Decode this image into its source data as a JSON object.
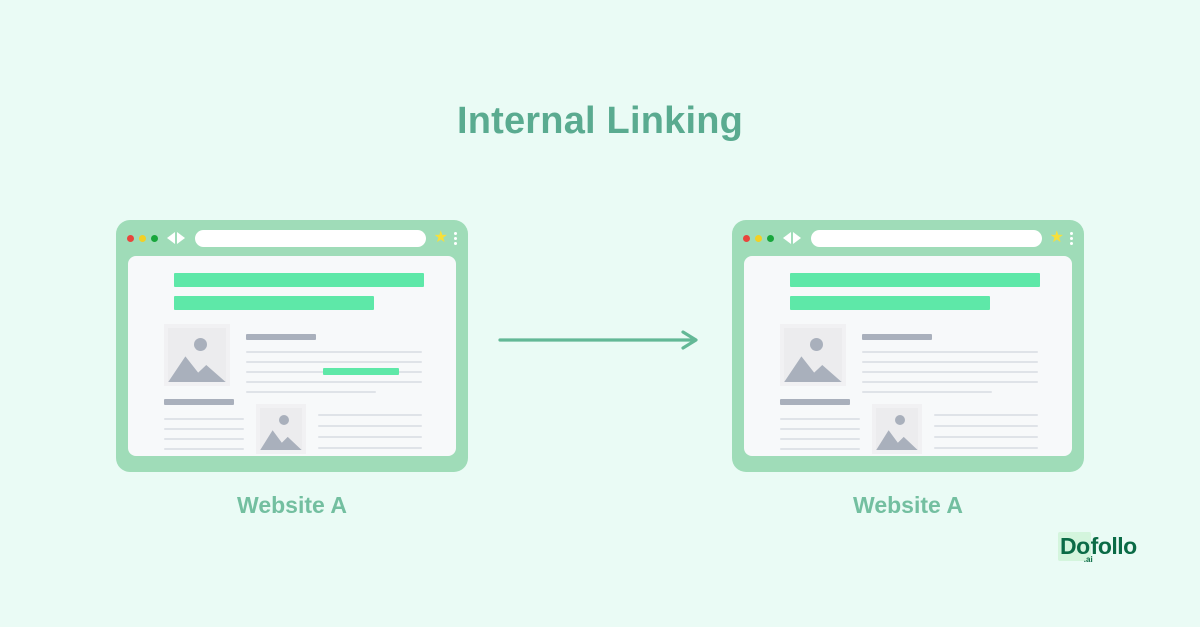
{
  "title": "Internal Linking",
  "colors": {
    "background": "#eafbf5",
    "title_text": "#5aab90",
    "caption_text": "#73bfa0",
    "browser_frame": "#9fdcb8",
    "accent_green": "#5ee8a8",
    "arrow": "#63b896",
    "logo_text": "#0b6b46",
    "logo_highlight": "#d4f5dd",
    "star": "#f7e03a",
    "dot_red": "#e8453c",
    "dot_yellow": "#f2d024",
    "dot_green": "#18a63c",
    "placeholder_gray": "#a9b0bc",
    "line_gray": "#dfe3e8"
  },
  "browsers": [
    {
      "id": "left",
      "caption": "Website A",
      "chrome": {
        "dots": [
          "red",
          "yellow",
          "green"
        ],
        "back_icon": "back-arrow-icon",
        "forward_icon": "forward-arrow-icon",
        "url_value": "",
        "url_placeholder": "",
        "star_icon": "star-icon",
        "menu_icon": "kebab-menu-icon"
      },
      "has_link_highlight": true
    },
    {
      "id": "right",
      "caption": "Website A",
      "chrome": {
        "dots": [
          "red",
          "yellow",
          "green"
        ],
        "back_icon": "back-arrow-icon",
        "forward_icon": "forward-arrow-icon",
        "url_value": "",
        "url_placeholder": "",
        "star_icon": "star-icon",
        "menu_icon": "kebab-menu-icon"
      },
      "has_link_highlight": false
    }
  ],
  "arrow": {
    "direction": "right",
    "icon": "arrow-right-icon"
  },
  "logo": {
    "mark_text": "Do",
    "rest_text": "follo",
    "suffix": ".ai"
  }
}
